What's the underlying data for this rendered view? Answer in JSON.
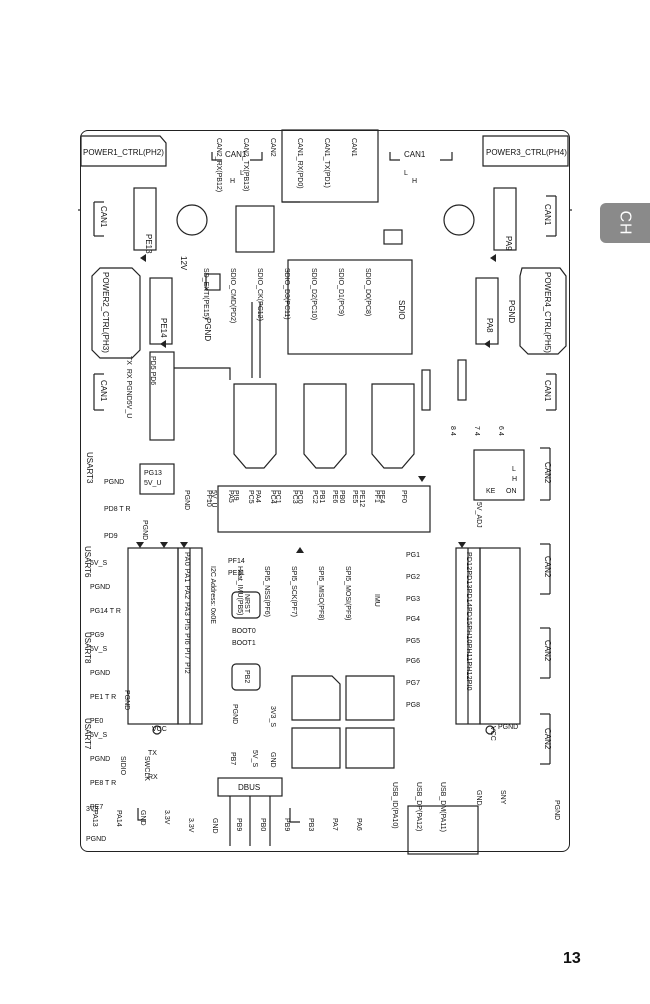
{
  "section_tab": "CH",
  "page_number": "13",
  "power_labels": {
    "power1": "POWER1_CTRL(PH2)",
    "power2": "POWER2_CTRL(PH3)",
    "power3": "POWER3_CTRL(PH4)",
    "power4": "POWER4_CTRL(PH5)"
  },
  "can_labels": {
    "top_left": "CAN1",
    "top_right": "CAN1",
    "left1": "CAN1",
    "left2": "CAN1",
    "right1": "CAN1",
    "right2": "CAN1",
    "right_can2_1": "CAN2",
    "right_can2_2": "CAN2",
    "right_can2_3": "CAN2",
    "right_can2_4": "CAN2"
  },
  "can_center_block": [
    "CAN1",
    "CAN1_TX(PD1)",
    "CAN1_RX(PD0)",
    "CAN2",
    "CAN2_TX(PB13)",
    "CAN2_RX(PB12)"
  ],
  "sdio_title": "SDIO",
  "sdio_lines": [
    "SDIO_D0(PC8)",
    "SDIO_D1(PC9)",
    "SDIO_D2(PC10)",
    "SDIO_D3(PC11)",
    "SDIO_CK(PC12)",
    "SDIO_CMD(PD2)",
    "SD_EXTI(PE15)"
  ],
  "pins": {
    "pe13": "PE13",
    "pe14": "PE14",
    "pa9": "PA9",
    "pa8": "PA8",
    "v12": "12V",
    "pgnd_a": "PGND",
    "pgnd_b": "PGND",
    "pgnd_bottom": "PGND",
    "pgnd_right": "PGND",
    "v33": "3V3"
  },
  "hl_marks": [
    "H",
    "L"
  ],
  "usart6_block": [
    "PD5",
    "PD6",
    "TX",
    "RX",
    "PGND",
    "5V_U"
  ],
  "usart3": {
    "name": "USART3",
    "lines": [
      "PGND",
      "PD8 T R",
      "PD9"
    ],
    "pg13": "PG13",
    "v5u": "5V_U"
  },
  "gpio_row1": [
    "5V_U",
    "PGND",
    "PI9",
    "PF10",
    "PA4",
    "PA5",
    "PC1",
    "PC5",
    "PC0",
    "PC4",
    "PB1",
    "PC3",
    "PB0",
    "PC2",
    "PE12",
    "PE6",
    "PE4",
    "PE5",
    "PF0",
    "PF1"
  ],
  "usart6": {
    "name": "USART6",
    "lines": [
      "5V_S",
      "PGND",
      "PG14 T R",
      "PG9"
    ]
  },
  "usart8": {
    "name": "USART8",
    "lines": [
      "5V_S",
      "PGND",
      "PE1 T R",
      "PE0"
    ]
  },
  "usart7": {
    "name": "USART7",
    "lines": [
      "5V_S",
      "PGND",
      "PE8 T R",
      "PE7"
    ]
  },
  "pwm_left": [
    "PA0",
    "PA1",
    "PA2",
    "PA3",
    "PI5",
    "PI6",
    "PI7",
    "PI2"
  ],
  "pwm_right": [
    "PD12",
    "PD13",
    "PD14",
    "PD15",
    "PH10",
    "PH11",
    "PH12",
    "PI0"
  ],
  "vcc_left": "VCC",
  "vcc_right": "VCC",
  "pgnd_pwm_left": "PGND",
  "pgnd_pwm_right": "PGND",
  "pf_labels": [
    "PF14",
    "PE11"
  ],
  "boot": {
    "nrst": "NRST",
    "boot0": "BOOT0",
    "boot1": "BOOT1",
    "pb2": "PB2"
  },
  "imu": {
    "title": "IMU",
    "lines": [
      "SPI5_MOSI(PF9)",
      "SPI5_MISO(PF8)",
      "SPI5_SCK(PF7)",
      "SPI5_NSS(PF6)",
      "Heat_IMU(PB5)",
      "I2C Address: 0x0E"
    ]
  },
  "pg_list": [
    "PG1",
    "PG2",
    "PG3",
    "PG4",
    "PG5",
    "PG6",
    "PG7",
    "PG8"
  ],
  "v5adj": "5V_ADJ",
  "switch_marks": {
    "l": "L",
    "h": "H",
    "on": "ON",
    "ke": "KE",
    "nums": [
      "6 4",
      "7 4",
      "8 4"
    ]
  },
  "swd": {
    "lines": [
      "TX",
      "RX",
      "SWCLK",
      "SIDIO"
    ]
  },
  "v3s": "3V3_S",
  "dbus": {
    "label": "DBUS",
    "pb7": "PB7",
    "v5s": "5V_S",
    "gnd": "GND"
  },
  "bottom_left": [
    "3.3V",
    "GND",
    "PA14",
    "PA13"
  ],
  "bottom_mid": [
    "PA6",
    "PA7",
    "PB3",
    "PB9",
    "PB0",
    "PB9",
    "GND",
    "3.3V"
  ],
  "usb": [
    "USB_DM(PA11)",
    "USB_DP(PA12)",
    "USB_ID(PA10)"
  ],
  "sny": [
    "SNY",
    "GND"
  ]
}
